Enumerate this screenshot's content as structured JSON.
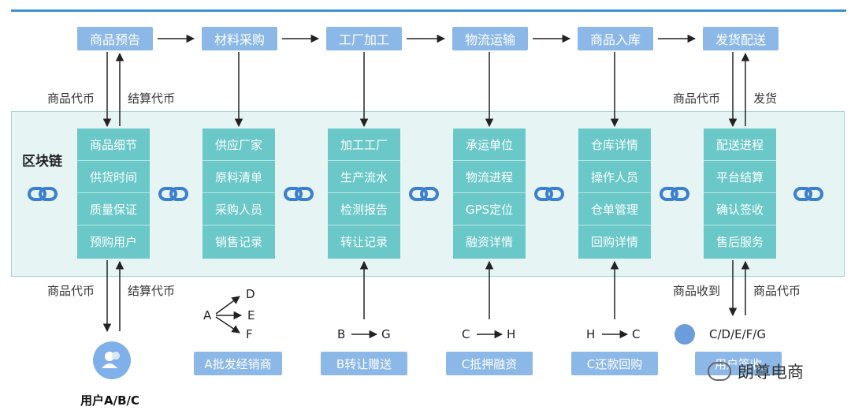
{
  "process": [
    "商品预告",
    "材料采购",
    "工厂加工",
    "物流运输",
    "商品入库",
    "发货配送"
  ],
  "chain_label": "区块链",
  "columns": [
    [
      "商品细节",
      "供货时间",
      "质量保证",
      "预购用户"
    ],
    [
      "供应厂家",
      "原料清单",
      "采购人员",
      "销售记录"
    ],
    [
      "加工工厂",
      "生产流水",
      "检测报告",
      "转让记录"
    ],
    [
      "承运单位",
      "物流进程",
      "GPS定位",
      "融资详情"
    ],
    [
      "仓库详情",
      "操作人员",
      "仓单管理",
      "回购详情"
    ],
    [
      "配送进程",
      "平台结算",
      "确认签收",
      "售后服务"
    ]
  ],
  "labels": {
    "left_top_a": "商品代币",
    "left_top_b": "结算代币",
    "right_top_a": "商品代币",
    "right_top_b": "发货",
    "left_bot_a": "商品代币",
    "left_bot_b": "结算代币",
    "right_bot_a": "商品收到",
    "right_bot_b": "商品代币"
  },
  "fanout": {
    "src": "A",
    "targets": [
      "D",
      "E",
      "F"
    ]
  },
  "flows": [
    {
      "from": "B",
      "to": "G"
    },
    {
      "from": "C",
      "to": "H"
    },
    {
      "from": "H",
      "to": "C"
    }
  ],
  "final_targets": "C/D/E/F/G",
  "buttons": [
    "A批发经销商",
    "B转让赠送",
    "C抵押融资",
    "C还款回购",
    "用户签收"
  ],
  "user_label": "用户A/B/C",
  "watermark": "朗尊电商",
  "colors": {
    "process": "#8cb8e8",
    "column": "#6ac8c8",
    "band": "#e6f4f4",
    "line": "#3d8fd6"
  }
}
